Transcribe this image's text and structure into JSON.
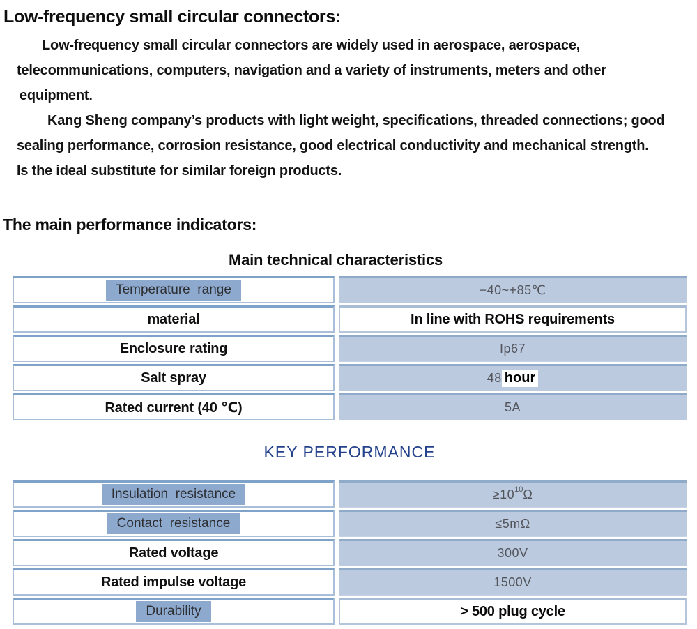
{
  "doc": {
    "title": "Low-frequency small circular connectors:",
    "paragraph1": {
      "line1": "Low-frequency small circular connectors are widely used in aerospace, aerospace,",
      "line2": "telecommunications, computers, navigation and a variety of instruments, meters and other",
      "line3": "equipment."
    },
    "paragraph2": {
      "line1": "Kang Sheng company’s products with light weight, specifications, threaded connections; good",
      "line2": "sealing performance, corrosion resistance, good electrical conductivity and mechanical strength.",
      "line3": "Is the ideal substitute for similar foreign products."
    },
    "section_heading": "The main performance indicators:"
  },
  "table1": {
    "title": "Main technical characteristics",
    "rows": [
      {
        "label": "Temperature  range",
        "value": "−40~+85℃"
      },
      {
        "label": "material",
        "value": "In line with ROHS requirements"
      },
      {
        "label": "Enclosure rating",
        "value": "Ip67"
      },
      {
        "label": "Salt spray",
        "value_prefix": "48",
        "value_highlight": "hour"
      },
      {
        "label": "Rated current (40 ℃)",
        "value": "5A"
      }
    ]
  },
  "table2": {
    "title": "KEY PERFORMANCE",
    "rows": [
      {
        "label": "Insulation  resistance",
        "value_prefix": "≥10",
        "value_sup": "10",
        "value_suffix": "Ω"
      },
      {
        "label": "Contact  resistance",
        "value": "≤5mΩ"
      },
      {
        "label": "Rated voltage",
        "value": "300V"
      },
      {
        "label": "Rated impulse voltage",
        "value": "1500V"
      },
      {
        "label": "Durability",
        "value": "> 500 plug cycle"
      }
    ]
  },
  "colors": {
    "cell_blue": "#bccadf",
    "border_blue": "#7fa3c8",
    "text_highlight_blue": "#8da9ce",
    "heading_navy": "#24418c"
  }
}
